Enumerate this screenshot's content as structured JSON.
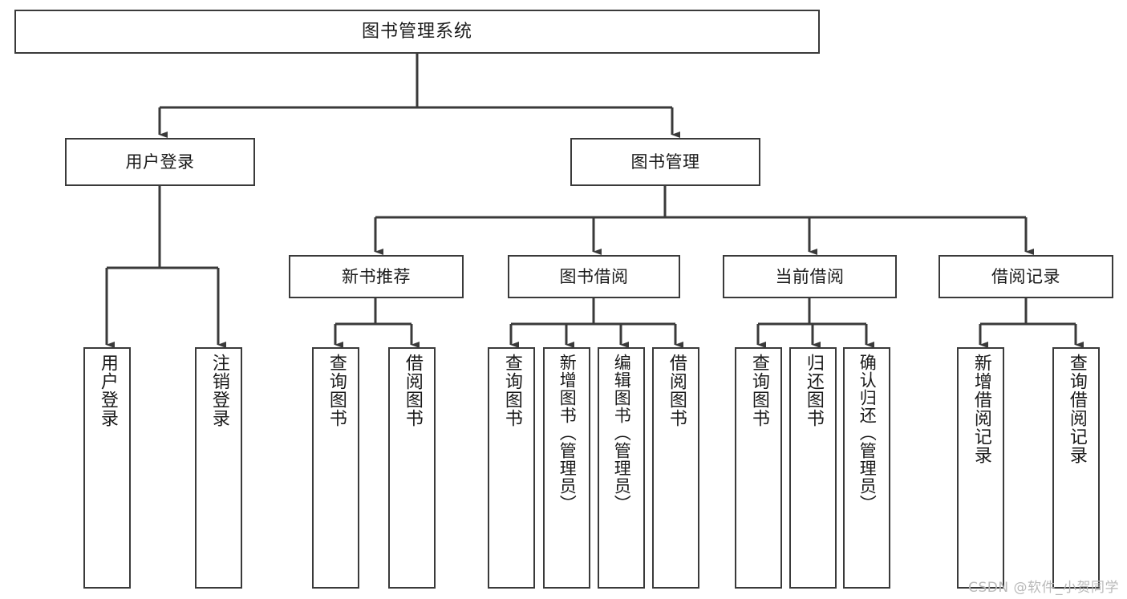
{
  "diagram": {
    "type": "tree-hierarchy",
    "title": "图书管理系统",
    "watermark": "CSDN @软件_小贺同学",
    "colors": {
      "box_border": "#3a3a3a",
      "box_fill": "#ffffff",
      "edge": "#3a3a3a",
      "text": "#1a1a1a",
      "watermark": "#b9b9b9"
    },
    "nodes": {
      "root": {
        "label": "图书管理系统"
      },
      "level2": [
        {
          "id": "user-login",
          "label": "用户登录"
        },
        {
          "id": "book-manage",
          "label": "图书管理"
        }
      ],
      "level3": [
        {
          "id": "new-book-recommend",
          "label": "新书推荐"
        },
        {
          "id": "book-borrow",
          "label": "图书借阅"
        },
        {
          "id": "current-borrow",
          "label": "当前借阅"
        },
        {
          "id": "borrow-record",
          "label": "借阅记录"
        }
      ],
      "leaves": {
        "user-login": [
          {
            "id": "leaf-user-login",
            "label": "用户登录"
          },
          {
            "id": "leaf-logout-login",
            "label": "注销登录"
          }
        ],
        "new-book-recommend": [
          {
            "id": "leaf-query-book-1",
            "label": "查询图书"
          },
          {
            "id": "leaf-borrow-book-1",
            "label": "借阅图书"
          }
        ],
        "book-borrow": [
          {
            "id": "leaf-query-book-2",
            "label": "查询图书"
          },
          {
            "id": "leaf-add-book-admin",
            "label": "新增图书（管理员）"
          },
          {
            "id": "leaf-edit-book-admin",
            "label": "编辑图书（管理员）"
          },
          {
            "id": "leaf-borrow-book-2",
            "label": "借阅图书"
          }
        ],
        "current-borrow": [
          {
            "id": "leaf-query-book-3",
            "label": "查询图书"
          },
          {
            "id": "leaf-return-book",
            "label": "归还图书"
          },
          {
            "id": "leaf-confirm-return-admin",
            "label": "确认归还（管理员）"
          }
        ],
        "borrow-record": [
          {
            "id": "leaf-add-borrow-record",
            "label": "新增借阅记录"
          },
          {
            "id": "leaf-query-borrow-record",
            "label": "查询借阅记录"
          }
        ]
      }
    }
  }
}
